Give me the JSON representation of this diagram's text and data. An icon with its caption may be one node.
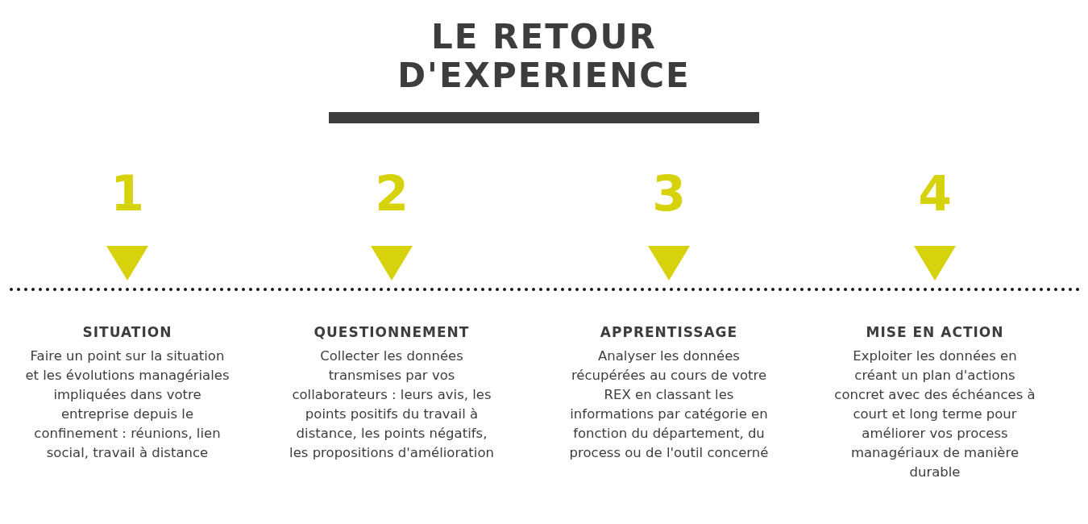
{
  "diagram": {
    "title": "LE RETOUR D'EXPERIENCE",
    "labels": [
      "1",
      "2",
      "3",
      "4",
      "SITUATION",
      "Faire un point sur la situation et les évolutions managériales impliquées dans votre entreprise depuis le confinement : réunions, lien social, travail à distance",
      "QUESTIONNEMENT",
      "Collecter les données transmises par vos collaborateurs : leurs avis, les points positifs du travail à distance, les points négatifs, les propositions d'amélioration",
      "APPRENTISSAGE",
      "Analyser les données récupérées au cours de votre REX en classant les informations par catégorie en fonction du département, du process ou de l'outil concerné",
      "MISE EN ACTION",
      "Exploiter les données en créant un plan d'actions concret avec des échéances à court et long terme pour améliorer vos process managériaux de manière durable"
    ]
  }
}
